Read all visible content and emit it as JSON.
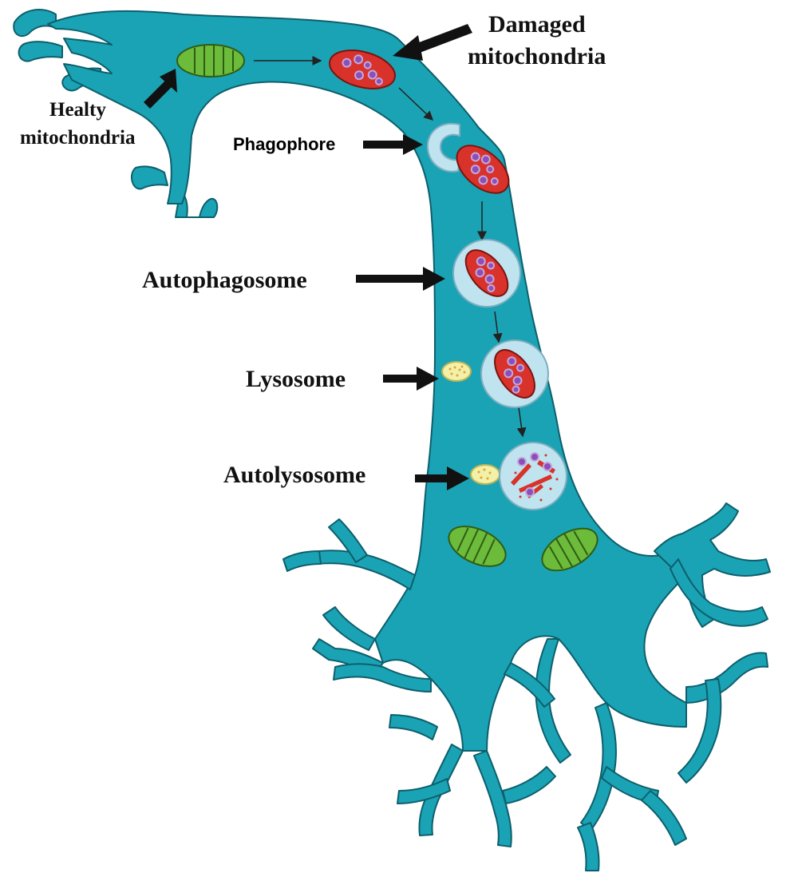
{
  "labels": {
    "damaged_line1": "Damaged",
    "damaged_line2": "mitochondria",
    "healthy_line1": "Healty",
    "healthy_line2": "mitochondria",
    "phagophore": "Phagophore",
    "autophagosome": "Autophagosome",
    "lysosome": "Lysosome",
    "autolysosome": "Autolysosome"
  },
  "colors": {
    "neuron": "#1aa3b4",
    "neuron_outline": "#0d5f6c",
    "healthy_mito": "#6dbb3a",
    "damaged_mito": "#d8322a",
    "damaged_dots": "#8b4fb8",
    "vesicle": "#bfe3ef",
    "lysosome": "#f3f0a8",
    "arrow": "#111111"
  },
  "icons": [
    "neuron-cell",
    "healthy-mitochondria",
    "damaged-mitochondria",
    "phagophore",
    "autophagosome",
    "lysosome",
    "autolysosome",
    "pointer-arrow"
  ]
}
